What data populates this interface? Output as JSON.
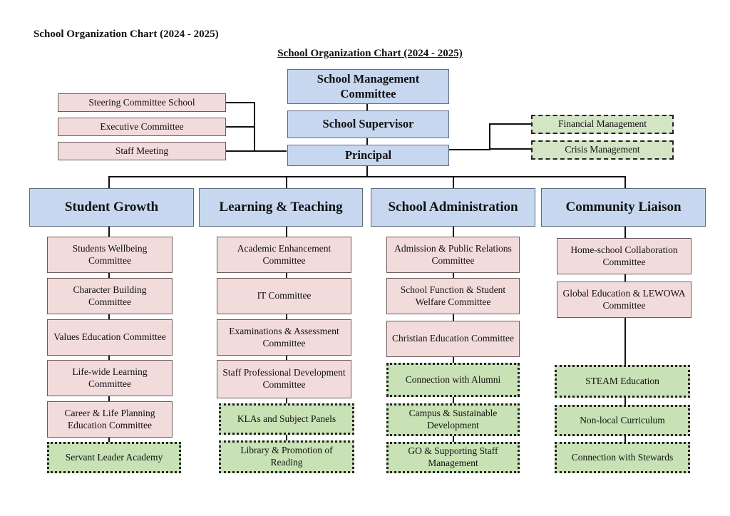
{
  "page_title": "School Organization Chart (2024 - 2025)",
  "chart_title": "School Organization Chart (2024 - 2025)",
  "top": {
    "management": "School Management Committee",
    "supervisor": "School Supervisor",
    "principal": "Principal"
  },
  "left_committees": [
    "Steering Committee School",
    "Executive Committee",
    "Staff Meeting"
  ],
  "right_committees": [
    "Financial Management",
    "Crisis Management"
  ],
  "departments": [
    {
      "name": "Student Growth",
      "committees": [
        "Students Wellbeing Committee",
        "Character Building Committee",
        "Values Education Committee",
        "Life-wide Learning Committee",
        "Career & Life Planning Education Committee"
      ],
      "units": [
        "Servant Leader Academy"
      ]
    },
    {
      "name": "Learning & Teaching",
      "committees": [
        "Academic Enhancement Committee",
        "IT Committee",
        "Examinations & Assessment Committee",
        "Staff Professional Development Committee"
      ],
      "units": [
        "KLAs and Subject Panels",
        "Library & Promotion of Reading"
      ]
    },
    {
      "name": "School Administration",
      "committees": [
        "Admission & Public Relations Committee",
        "School Function & Student Welfare Committee",
        "Christian Education Committee"
      ],
      "units": [
        "Connection with Alumni",
        "Campus & Sustainable Development",
        "GO & Supporting Staff Management"
      ]
    },
    {
      "name": "Community Liaison",
      "committees": [
        "Home-school Collaboration Committee",
        "Global Education & LEWOWA Committee"
      ],
      "units": [
        "STEAM Education",
        "Non-local Curriculum",
        "Connection with Stewards"
      ]
    }
  ],
  "colors": {
    "top_boxes": "#c6d7ef",
    "committee_boxes": "#f2dcdb",
    "unit_boxes": "#c9e2b5"
  }
}
